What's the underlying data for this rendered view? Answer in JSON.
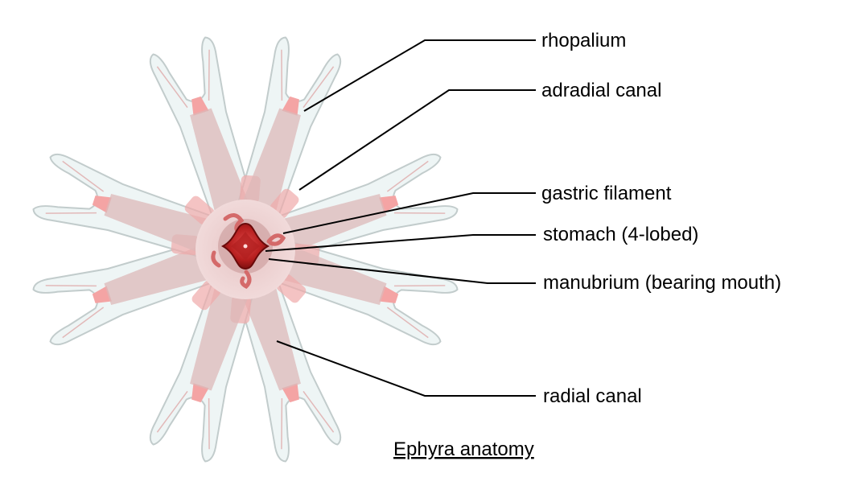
{
  "title": "Ephyra anatomy",
  "labels": {
    "rhopalium": "rhopalium",
    "adradial_canal": "adradial canal",
    "gastric_filament": "gastric filament",
    "stomach": "stomach (4-lobed)",
    "manubrium": "manubrium (bearing mouth)",
    "radial_canal": "radial canal"
  },
  "colors": {
    "arm_fill": "#eef5f5",
    "arm_outline": "#c2cccc",
    "canal": "#dcb8b8",
    "rhopalium": "#f4a4a4",
    "manubrium_light": "#c42d2d",
    "manubrium_dark": "#7a0f0f"
  }
}
